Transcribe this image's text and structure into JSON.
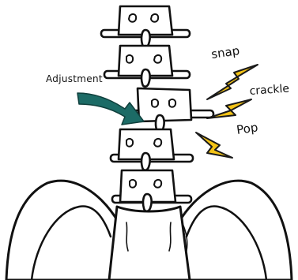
{
  "labels": {
    "adjustment": "Adjustment",
    "snap": "snap",
    "crackle": "crackle",
    "pop": "Pop"
  },
  "colors": {
    "ink": "#111111",
    "bone": "#ffffff",
    "arrow": "#1c6b66",
    "bolt_fill": "#f3c316",
    "bolt_stroke": "#1a1a1a"
  },
  "icons": {
    "arrow": "curved-arrow-icon",
    "bolts": [
      "lightning-bolt-icon",
      "lightning-bolt-icon",
      "lightning-bolt-icon"
    ]
  }
}
